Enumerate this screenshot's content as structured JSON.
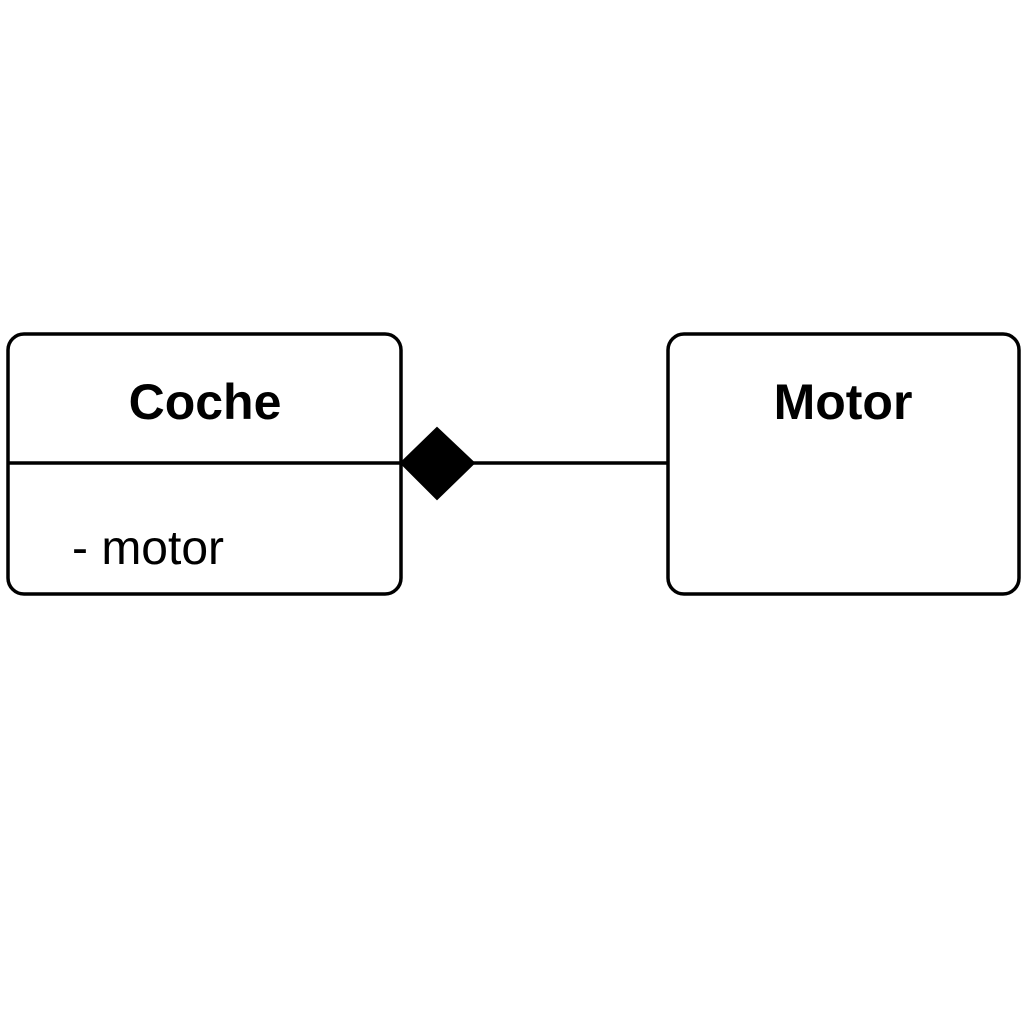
{
  "diagram": {
    "classes": [
      {
        "name": "Coche",
        "attributes": [
          "- motor"
        ]
      },
      {
        "name": "Motor",
        "attributes": []
      }
    ],
    "relationship": {
      "type": "composition",
      "whole": "Coche",
      "part": "Motor"
    },
    "colors": {
      "stroke": "#000000",
      "background": "#ffffff",
      "diamond_fill": "#000000"
    }
  }
}
